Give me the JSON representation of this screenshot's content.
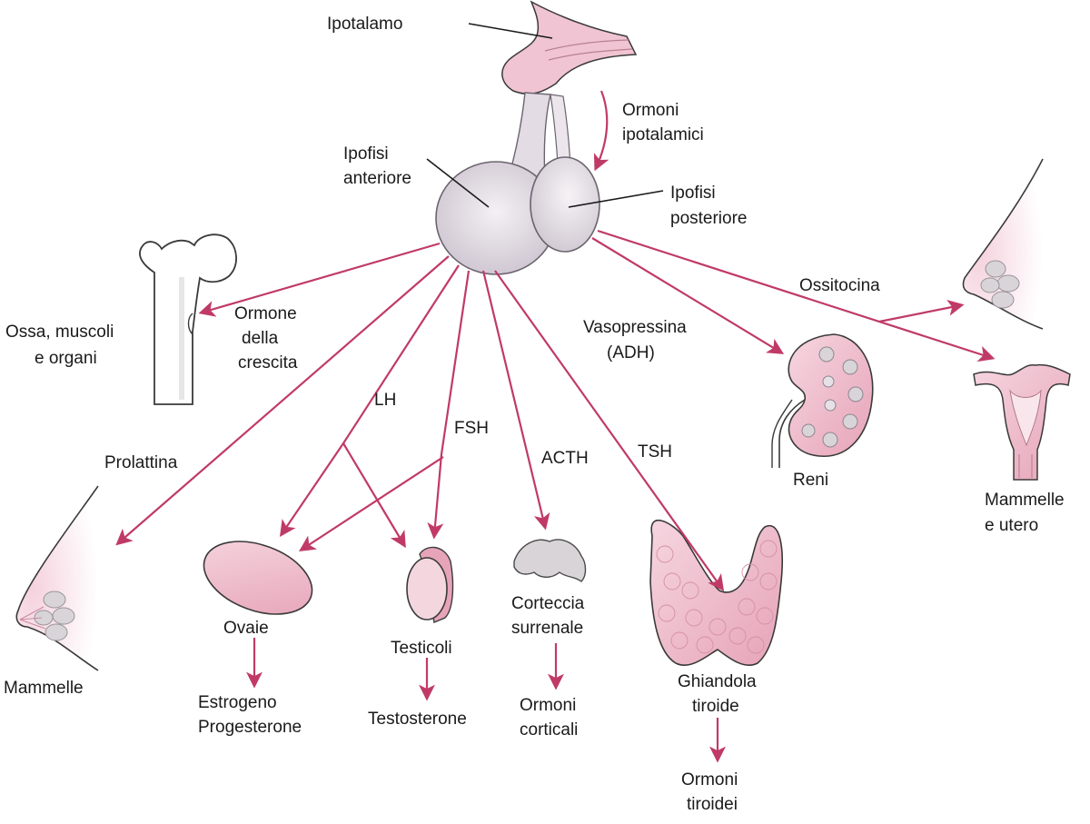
{
  "colors": {
    "arrow": "#c03a68",
    "gland_fill": "#e3dde3",
    "gland_stroke": "#6b6470",
    "tissue_pink": "#f3c8d5",
    "tissue_pink_dark": "#e7a4b9",
    "outline": "#3a3a3a",
    "background": "#ffffff"
  },
  "labels": {
    "ipotalamo": "Ipotalamo",
    "ormoni_ipotalamici": [
      "Ormoni",
      "ipotalamici"
    ],
    "ipofisi_anteriore": [
      "Ipofisi",
      "anteriore"
    ],
    "ipofisi_posteriore": [
      "Ipofisi",
      "posteriore"
    ],
    "ossa": [
      "Ossa, muscoli",
      "e organi"
    ],
    "ormone_crescita": [
      "Ormone",
      "della",
      "crescita"
    ],
    "prolattina": "Prolattina",
    "lh": "LH",
    "fsh": "FSH",
    "acth": "ACTH",
    "tsh": "TSH",
    "vasopressina": [
      "Vasopressina",
      "(ADH)"
    ],
    "ossitocina": "Ossitocina",
    "reni": "Reni",
    "mammelle_utero": [
      "Mammelle",
      "e utero"
    ],
    "mammelle": "Mammelle",
    "ovaie": "Ovaie",
    "estrogeno": [
      "Estrogeno",
      "Progesterone"
    ],
    "testicoli": "Testicoli",
    "testosterone": "Testosterone",
    "corteccia": [
      "Corteccia",
      "surrenale"
    ],
    "ormoni_corticali": [
      "Ormoni",
      "corticali"
    ],
    "tiroide": [
      "Ghiandola",
      "tiroide"
    ],
    "ormoni_tiroidei": [
      "Ormoni",
      "tiroidei"
    ]
  }
}
